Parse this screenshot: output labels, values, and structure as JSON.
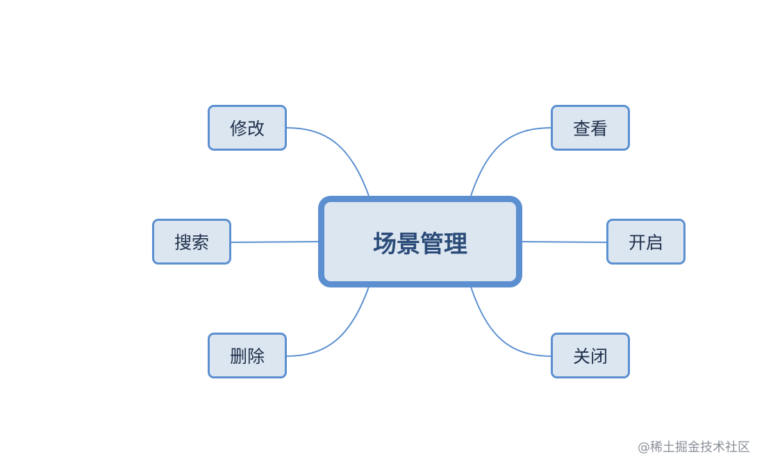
{
  "diagram": {
    "center": {
      "label": "场景管理"
    },
    "branches": {
      "modify": "修改",
      "search": "搜索",
      "delete": "删除",
      "view": "查看",
      "open": "开启",
      "close": "关闭"
    },
    "line_color": "#5b8fd0",
    "node_fill": "#dce6f1",
    "node_border": "#5b8fd0"
  },
  "watermark": {
    "text": "@稀土掘金技术社区"
  }
}
